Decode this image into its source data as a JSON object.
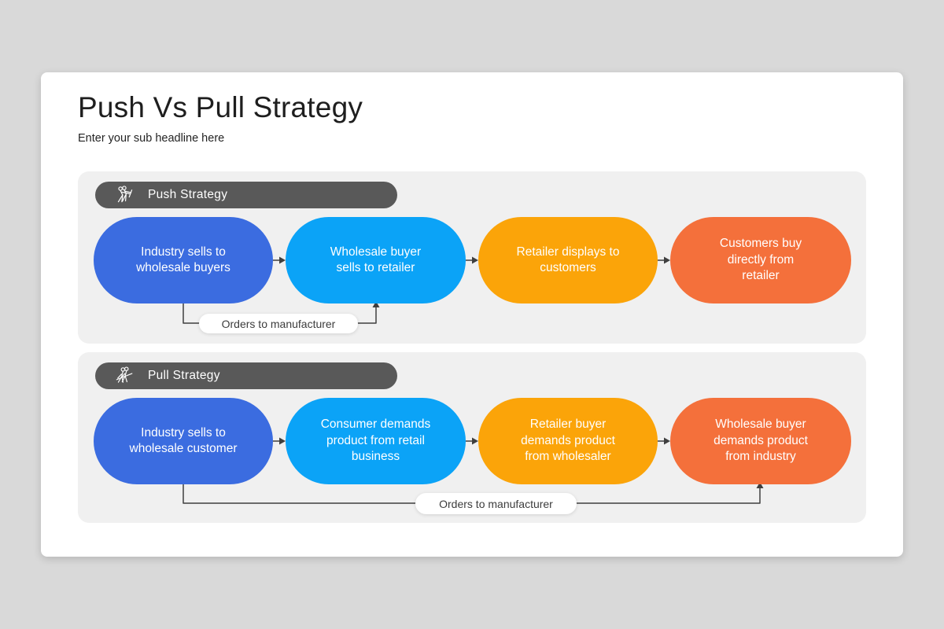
{
  "slide": {
    "title": "Push Vs Pull Strategy",
    "subtitle": "Enter your sub headline here"
  },
  "colors": {
    "page_bg": "#d9d9d9",
    "card_bg": "#ffffff",
    "section_bg": "#f0f0f0",
    "header_pill_bg": "#595959",
    "connector_line": "#3f3f3f",
    "step_blue": "#3b6ce0",
    "step_light_blue": "#0ba3f7",
    "step_amber": "#fba409",
    "step_orange": "#f4703b"
  },
  "sections": [
    {
      "label": "Push Strategy",
      "icon": "push-team-icon",
      "loop_label": "Orders to manufacturer",
      "steps": [
        {
          "text": "Industry sells to wholesale buyers",
          "color": "#3b6ce0"
        },
        {
          "text": "Wholesale buyer sells to retailer",
          "color": "#0ba3f7"
        },
        {
          "text": "Retailer displays to customers",
          "color": "#fba409"
        },
        {
          "text": "Customers buy directly from retailer",
          "color": "#f4703b"
        }
      ]
    },
    {
      "label": "Pull Strategy",
      "icon": "pull-team-icon",
      "loop_label": "Orders to manufacturer",
      "steps": [
        {
          "text": "Industry sells to wholesale customer",
          "color": "#3b6ce0"
        },
        {
          "text": "Consumer demands product from retail business",
          "color": "#0ba3f7"
        },
        {
          "text": "Retailer buyer demands product from wholesaler",
          "color": "#fba409"
        },
        {
          "text": "Wholesale buyer demands product from industry",
          "color": "#f4703b"
        }
      ]
    }
  ]
}
